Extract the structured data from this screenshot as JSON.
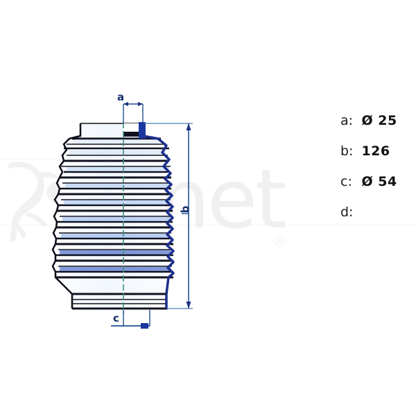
{
  "drawing": {
    "title": "steering-rack-bellows-technical-drawing",
    "colors": {
      "outline_dark": "#11111f",
      "outline_navy": "#1b2f8c",
      "dimension_blue": "#1d4f8f",
      "arrow_blue": "#18317f",
      "centerline_green": "#3e8f7c",
      "fill_light": "#f4f8fd",
      "shade_blue": "#2147b8",
      "watermark_gray": "#f0f0f1"
    },
    "dimension_labels": {
      "a": "a",
      "b": "b",
      "c": "c"
    }
  },
  "watermark": {
    "text": "net",
    "registered_mark": "®"
  },
  "legend": {
    "rows": [
      {
        "key": "a:",
        "value": "Ø 25"
      },
      {
        "key": "b:",
        "value": "126"
      },
      {
        "key": "c:",
        "value": "Ø 54"
      },
      {
        "key": "d:",
        "value": ""
      }
    ]
  }
}
